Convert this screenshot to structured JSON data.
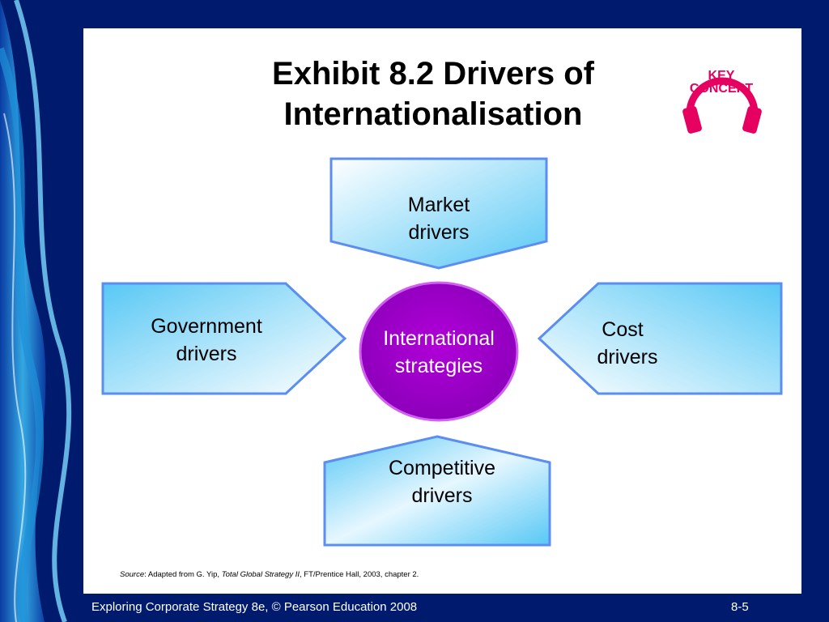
{
  "slide": {
    "title_line1": "Exhibit 8.2 Drivers of",
    "title_line2": "Internationalisation",
    "badge_line1": "KEY",
    "badge_line2": "CONCEPT"
  },
  "diagram": {
    "center": {
      "line1": "International",
      "line2": "strategies"
    },
    "market": {
      "line1": "Market",
      "line2": "drivers"
    },
    "government": {
      "line1": "Government",
      "line2": "drivers"
    },
    "cost": {
      "line1": "Cost",
      "line2": "drivers"
    },
    "competitive": {
      "line1": "Competitive",
      "line2": "drivers"
    }
  },
  "source": {
    "label": "Source",
    "prefix": ": Adapted from G. Yip, ",
    "book": "Total Global Strategy II",
    "suffix": ", FT/Prentice Hall, 2003, chapter 2."
  },
  "footer": {
    "text": "Exploring Corporate Strategy 8e, © Pearson Education 2008",
    "slide_number": "8-5"
  },
  "colors": {
    "background": "#001a6e",
    "shape_border": "#5b8ef0",
    "shape_fill_light": "#ffffff",
    "shape_fill_dark": "#58c8f5",
    "center_fill": "#a000c8",
    "center_border": "#d060f0",
    "badge": "#e6005f"
  }
}
